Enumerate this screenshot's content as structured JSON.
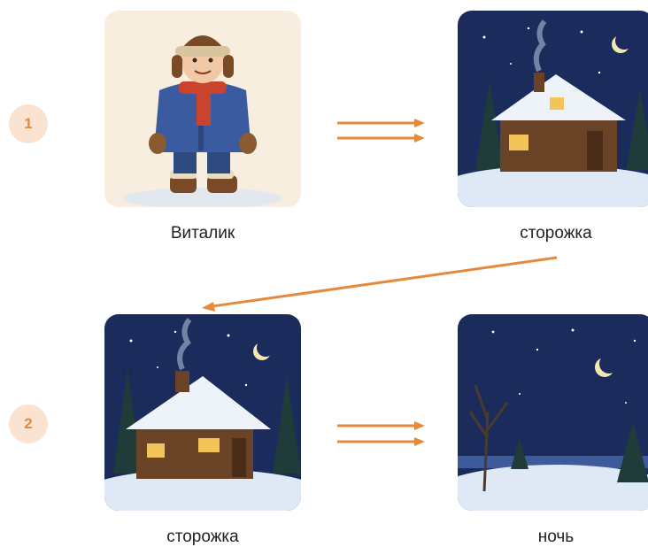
{
  "rows": [
    {
      "number": "1",
      "from_caption": "Виталик",
      "to_caption": "сторожка"
    },
    {
      "number": "2",
      "from_caption": "сторожка",
      "to_caption": "ночь"
    }
  ],
  "images": {
    "boy": "boy-in-winter-clothes-illustration",
    "cabin": "snowy-log-cabin-at-night-illustration",
    "night": "moonlit-winter-night-landscape-illustration"
  },
  "colors": {
    "arrow": "#e58a3c",
    "badge_bg": "#fbe3d2",
    "badge_text": "#e58a3c",
    "night_sky": "#1a2b5c"
  }
}
